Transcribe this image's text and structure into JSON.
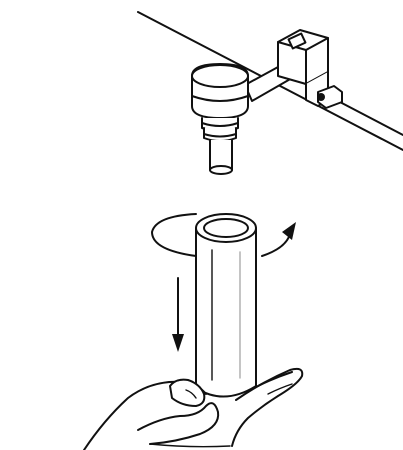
{
  "figure": {
    "background": "#ffffff",
    "ink_color": "#111111",
    "parts": {
      "rail": "rail-line",
      "clamp": "mount-clamp",
      "arm": "support-arm",
      "chuck": "chuck-head",
      "stem": "sample-stem",
      "tube": "sample-tube",
      "rotation": "rotation-arrow-icon",
      "direction": "down-arrow-icon",
      "hand": "hand"
    }
  }
}
